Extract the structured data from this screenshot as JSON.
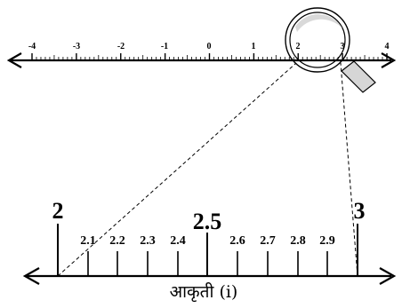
{
  "figure": {
    "caption": "आकृती (i)",
    "top_line": {
      "labels": [
        "-4",
        "-3",
        "-2",
        "-1",
        "0",
        "1",
        "2",
        "3",
        "4"
      ]
    },
    "bottom_line": {
      "start_label": "2",
      "mid_label": "2.5",
      "end_label": "3",
      "minor_labels": [
        "2.1",
        "2.2",
        "2.3",
        "2.4",
        "2.6",
        "2.7",
        "2.8",
        "2.9"
      ]
    },
    "magnifier": {
      "icon": "magnifying-glass-icon"
    }
  }
}
